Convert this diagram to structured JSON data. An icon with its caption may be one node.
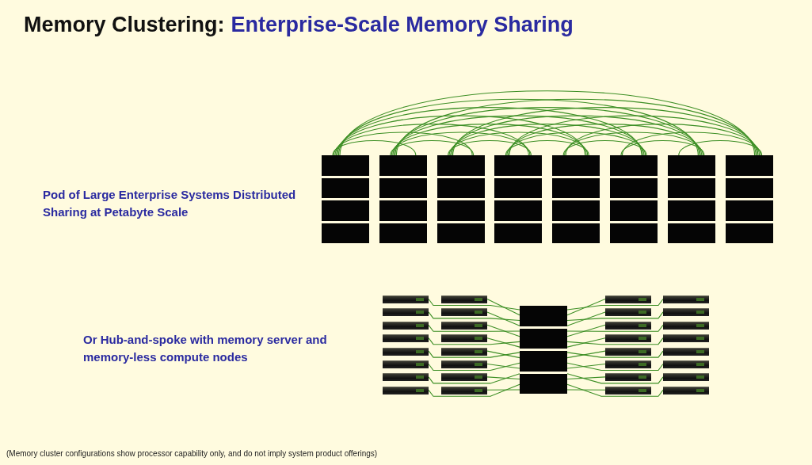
{
  "diagram": {
    "title": "Memory Clustering:",
    "nodes": [
      {
        "text": [],
        "shape": "box"
      },
      {
        "text": [],
        "shape": "box"
      },
      {
        "text": [],
        "shape": "box"
      },
      {
        "text": [],
        "shape": "box"
      },
      {
        "text": [],
        "shape": "box"
      },
      {
        "text": [],
        "shape": "box"
      },
      {
        "text": [],
        "shape": "box"
      },
      {
        "text": [],
        "shape": "box"
      },
      {
        "text": [],
        "shape": "bar"
      },
      {
        "text": [],
        "shape": "bar"
      },
      {
        "text": [],
        "shape": "bar"
      },
      {
        "text": [],
        "shape": "bar"
      },
      {
        "text": [],
        "shape": "bar"
      },
      {
        "text": [],
        "shape": "bar"
      },
      {
        "text": [],
        "shape": "bar"
      },
      {
        "text": [],
        "shape": "bar"
      },
      {
        "text": [],
        "shape": "bar"
      },
      {
        "text": [],
        "shape": "bar"
      },
      {
        "text": [],
        "shape": "bar"
      },
      {
        "text": [],
        "shape": "bar"
      },
      {
        "text": [],
        "shape": "bar"
      },
      {
        "text": [],
        "shape": "bar"
      },
      {
        "text": [],
        "shape": "bar"
      },
      {
        "text": [],
        "shape": "bar"
      },
      {
        "text": [],
        "shape": "box"
      },
      {
        "text": [],
        "shape": "bar"
      },
      {
        "text": [],
        "shape": "bar"
      },
      {
        "text": [],
        "shape": "bar"
      },
      {
        "text": [],
        "shape": "bar"
      },
      {
        "text": [],
        "shape": "bar"
      },
      {
        "text": [],
        "shape": "bar"
      },
      {
        "text": [],
        "shape": "bar"
      },
      {
        "text": [],
        "shape": "bar"
      },
      {
        "text": [],
        "shape": "bar"
      },
      {
        "text": [],
        "shape": "bar"
      },
      {
        "text": [],
        "shape": "bar"
      },
      {
        "text": [],
        "shape": "bar"
      },
      {
        "text": [],
        "shape": "bar"
      },
      {
        "text": [],
        "shape": "bar"
      },
      {
        "text": [],
        "shape": "bar"
      },
      {
        "text": [],
        "shape": "bar"
      }
    ],
    "edges": [
      {
        "from": 0,
        "to": 1,
        "arrow": "none"
      },
      {
        "from": 0,
        "to": 2,
        "arrow": "none"
      },
      {
        "from": 0,
        "to": 3,
        "arrow": "none"
      },
      {
        "from": 0,
        "to": 4,
        "arrow": "none"
      },
      {
        "from": 0,
        "to": 5,
        "arrow": "none"
      },
      {
        "from": 0,
        "to": 6,
        "arrow": "none"
      },
      {
        "from": 0,
        "to": 7,
        "arrow": "none"
      },
      {
        "from": 1,
        "to": 2,
        "arrow": "none"
      },
      {
        "from": 1,
        "to": 3,
        "arrow": "none"
      },
      {
        "from": 1,
        "to": 4,
        "arrow": "none"
      },
      {
        "from": 1,
        "to": 5,
        "arrow": "none"
      },
      {
        "from": 1,
        "to": 6,
        "arrow": "none"
      },
      {
        "from": 1,
        "to": 7,
        "arrow": "none"
      },
      {
        "from": 2,
        "to": 3,
        "arrow": "none"
      },
      {
        "from": 2,
        "to": 4,
        "arrow": "none"
      },
      {
        "from": 2,
        "to": 5,
        "arrow": "none"
      },
      {
        "from": 2,
        "to": 6,
        "arrow": "none"
      },
      {
        "from": 2,
        "to": 7,
        "arrow": "none"
      },
      {
        "from": 3,
        "to": 4,
        "arrow": "none"
      },
      {
        "from": 3,
        "to": 5,
        "arrow": "none"
      },
      {
        "from": 3,
        "to": 6,
        "arrow": "none"
      },
      {
        "from": 3,
        "to": 7,
        "arrow": "none"
      },
      {
        "from": 4,
        "to": 5,
        "arrow": "none"
      },
      {
        "from": 4,
        "to": 6,
        "arrow": "none"
      },
      {
        "from": 4,
        "to": 7,
        "arrow": "none"
      },
      {
        "from": 5,
        "to": 6,
        "arrow": "none"
      },
      {
        "from": 5,
        "to": 7,
        "arrow": "none"
      },
      {
        "from": 6,
        "to": 7,
        "arrow": "none"
      },
      {
        "from": 8,
        "to": 24,
        "arrow": "none"
      },
      {
        "from": 9,
        "to": 24,
        "arrow": "none"
      },
      {
        "from": 10,
        "to": 24,
        "arrow": "none"
      },
      {
        "from": 11,
        "to": 24,
        "arrow": "none"
      },
      {
        "from": 12,
        "to": 24,
        "arrow": "none"
      },
      {
        "from": 13,
        "to": 24,
        "arrow": "none"
      },
      {
        "from": 14,
        "to": 24,
        "arrow": "none"
      },
      {
        "from": 15,
        "to": 24,
        "arrow": "none"
      },
      {
        "from": 16,
        "to": 24,
        "arrow": "none"
      },
      {
        "from": 17,
        "to": 24,
        "arrow": "none"
      },
      {
        "from": 18,
        "to": 24,
        "arrow": "none"
      },
      {
        "from": 19,
        "to": 24,
        "arrow": "none"
      },
      {
        "from": 20,
        "to": 24,
        "arrow": "none"
      },
      {
        "from": 21,
        "to": 24,
        "arrow": "none"
      },
      {
        "from": 22,
        "to": 24,
        "arrow": "none"
      },
      {
        "from": 23,
        "to": 24,
        "arrow": "none"
      },
      {
        "from": 25,
        "to": 24,
        "arrow": "none"
      },
      {
        "from": 26,
        "to": 24,
        "arrow": "none"
      },
      {
        "from": 27,
        "to": 24,
        "arrow": "none"
      },
      {
        "from": 28,
        "to": 24,
        "arrow": "none"
      },
      {
        "from": 29,
        "to": 24,
        "arrow": "none"
      },
      {
        "from": 30,
        "to": 24,
        "arrow": "none"
      },
      {
        "from": 31,
        "to": 24,
        "arrow": "none"
      },
      {
        "from": 32,
        "to": 24,
        "arrow": "none"
      },
      {
        "from": 33,
        "to": 24,
        "arrow": "none"
      },
      {
        "from": 34,
        "to": 24,
        "arrow": "none"
      },
      {
        "from": 35,
        "to": 24,
        "arrow": "none"
      },
      {
        "from": 36,
        "to": 24,
        "arrow": "none"
      },
      {
        "from": 37,
        "to": 24,
        "arrow": "none"
      },
      {
        "from": 38,
        "to": 24,
        "arrow": "none"
      },
      {
        "from": 39,
        "to": 24,
        "arrow": "none"
      },
      {
        "from": 40,
        "to": 24,
        "arrow": "none"
      }
    ],
    "labels": [
      "Enterprise-Scale Memory Sharing",
      "Pod of Large Enterprise Systems Distributed Sharing at Petabyte Scale",
      "Or Hub-and-spoke with memory server and memory-less compute nodes",
      "(Memory cluster configurations show processor capability only, and do not imply system product offerings)"
    ]
  }
}
